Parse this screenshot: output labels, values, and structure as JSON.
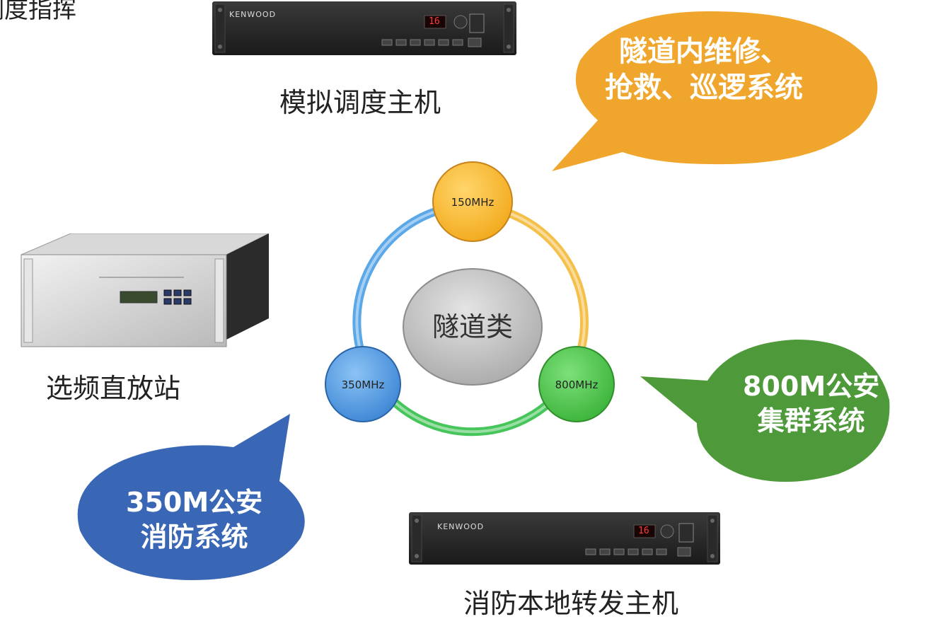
{
  "top_left_fragment": "调度指挥",
  "devices": {
    "analog_dispatch": {
      "label": "模拟调度主机",
      "brand": "KENWOOD",
      "display": "16"
    },
    "repeater": {
      "label": "选频直放站"
    },
    "fire_forwarding": {
      "label": "消防本地转发主机",
      "brand": "KENWOOD",
      "display": "16"
    }
  },
  "center": {
    "label": "隧道类",
    "nodes": [
      {
        "label": "150MHz",
        "color": "#f2a91c"
      },
      {
        "label": "800MHz",
        "color": "#3bb33a"
      },
      {
        "label": "350MHz",
        "color": "#3d86d4"
      }
    ]
  },
  "bubbles": {
    "maintenance": {
      "line1": "隧道内维修、",
      "line2": "抢救、巡逻系统",
      "color": "#f0a62d"
    },
    "police_800": {
      "line1": "800M公安",
      "line2": "集群系统",
      "color": "#4e9a3b"
    },
    "fire_350": {
      "line1": "350M公安",
      "line2": "消防系统",
      "color": "#3a67b5"
    }
  }
}
